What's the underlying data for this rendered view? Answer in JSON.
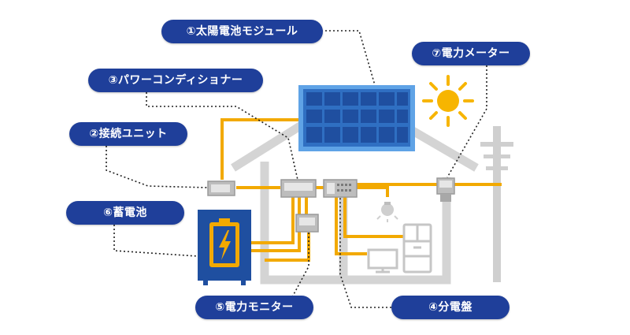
{
  "labels": {
    "solar_module": "①太陽電池モジュール",
    "junction_box": "②接続ユニット",
    "power_conditioner": "③パワーコンディショナー",
    "distribution_board": "④分電盤",
    "power_monitor": "⑤電力モニター",
    "storage_battery": "⑥蓄電池",
    "power_meter": "⑦電力メーター"
  },
  "colors": {
    "label_bg": "#1f3f9a",
    "label_text": "#ffffff",
    "panel_blue": "#2f6fc2",
    "cell_blue": "#1f4fa0",
    "wire_orange": "#f2a900",
    "house_gray": "#d4d4d4",
    "device_gray": "#bdbdbd",
    "sun_yellow": "#f7b500",
    "battery_blue": "#1f4fa0",
    "battery_orange": "#f2a900"
  },
  "icons": [
    "sun-icon",
    "lightbulb-icon",
    "refrigerator-icon",
    "television-icon",
    "battery-bolt-icon",
    "utility-pole-icon"
  ]
}
